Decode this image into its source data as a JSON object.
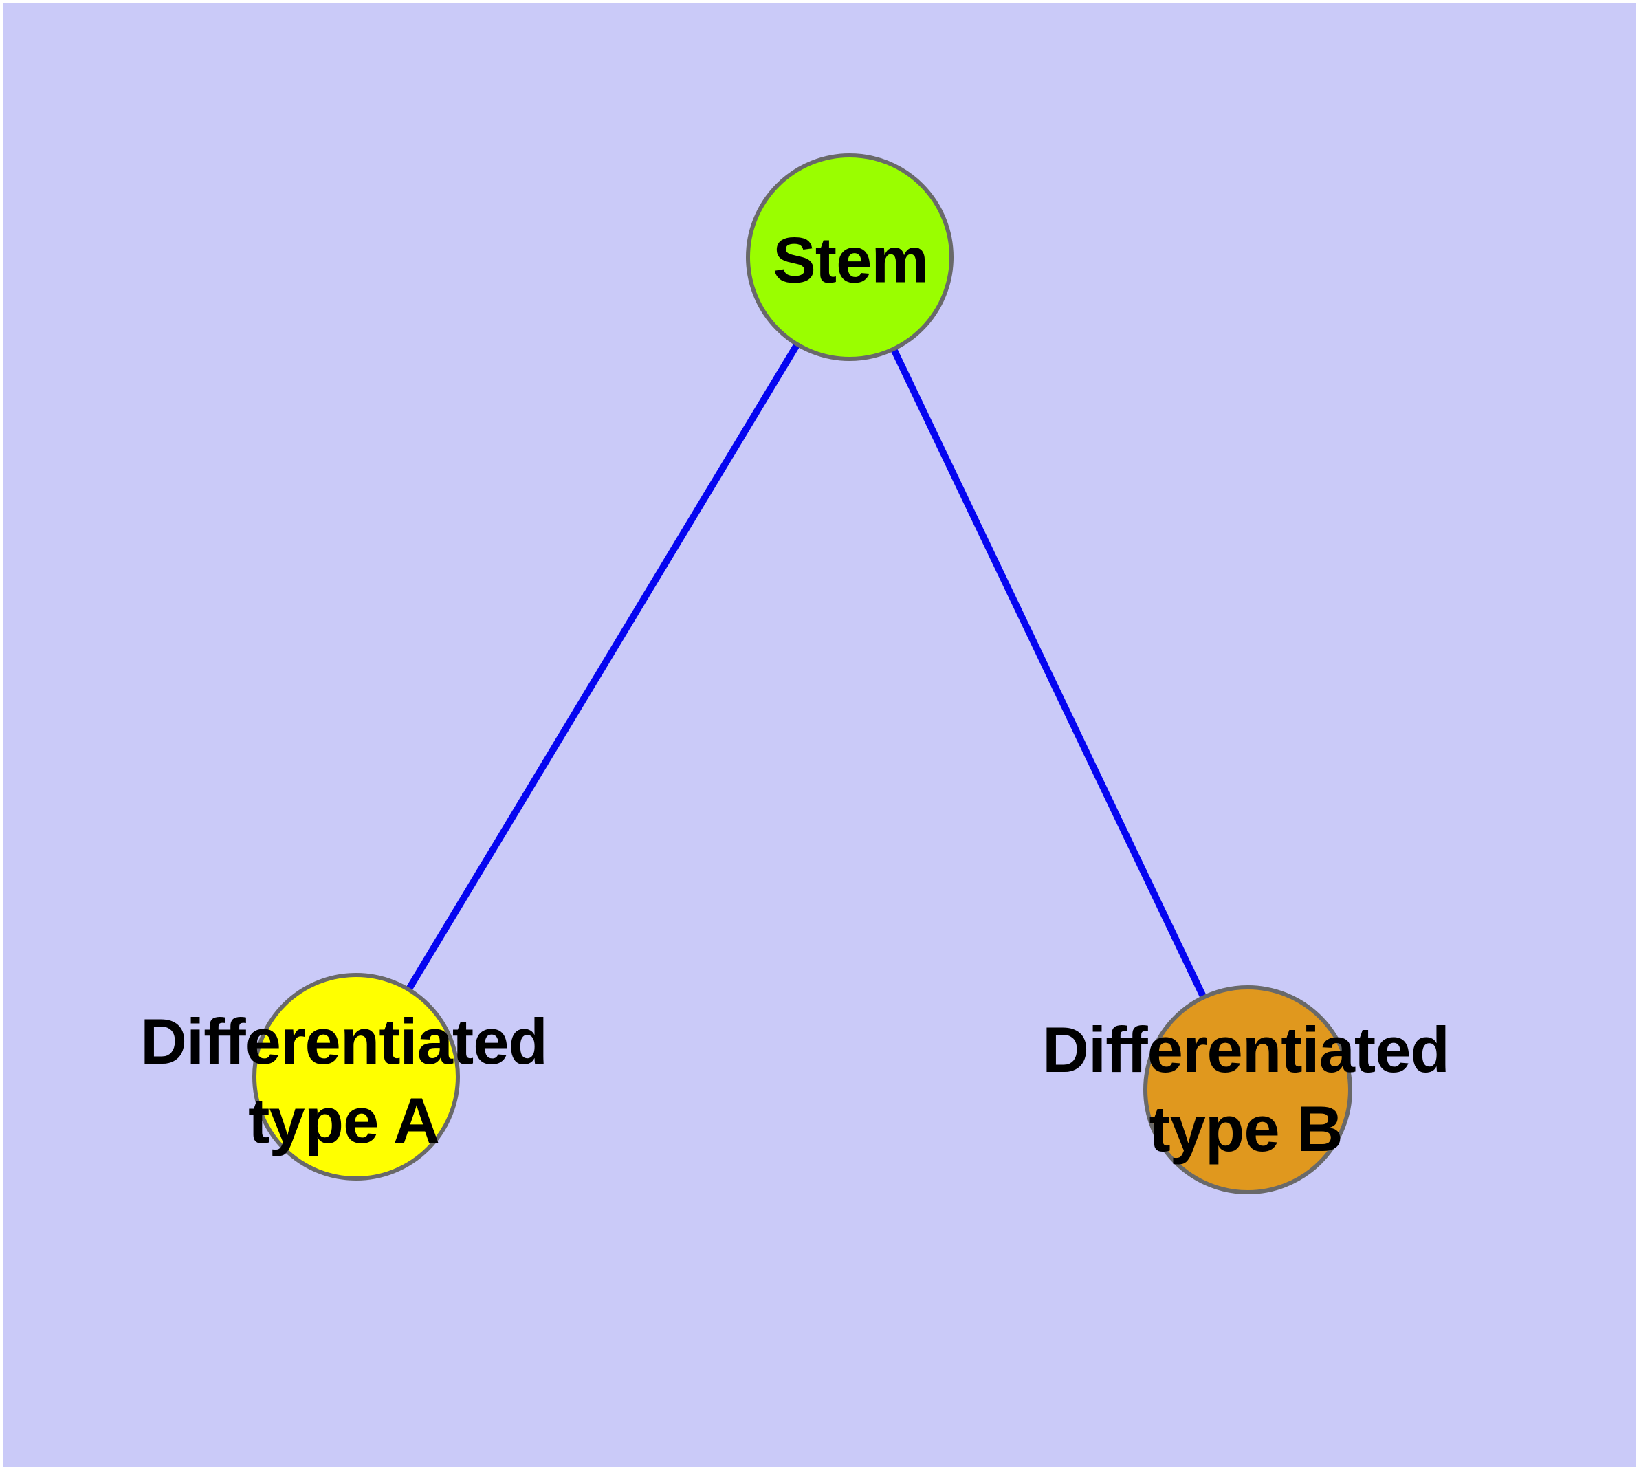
{
  "diagram": {
    "type": "graph",
    "background_color": "#cacaf8",
    "frame_color": "#ffffff",
    "node_border_color": "#696969",
    "edge_color": "#0505f0",
    "label_color": "#000000",
    "nodes": [
      {
        "id": "stem",
        "label": "Stem",
        "fill": "#9afe00"
      },
      {
        "id": "differentiated-type-a",
        "label_line1": "Differentiated",
        "label_line2": "type A",
        "fill": "#ffff00"
      },
      {
        "id": "differentiated-type-b",
        "label_line1": "Differentiated",
        "label_line2": "type B",
        "fill": "#e0981e"
      }
    ],
    "edges": [
      {
        "from": "Stem",
        "to": "Differentiated type A"
      },
      {
        "from": "Stem",
        "to": "Differentiated type B"
      }
    ]
  }
}
